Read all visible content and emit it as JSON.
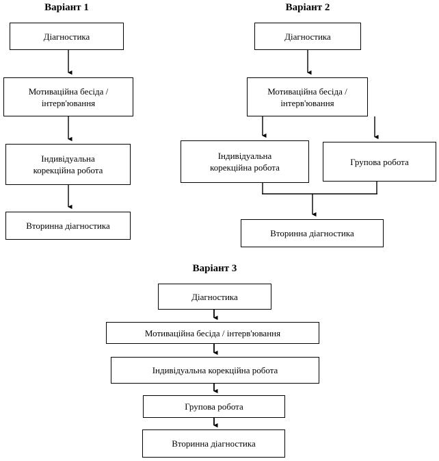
{
  "diagram": {
    "kind": "flowchart",
    "background_color": "#ffffff",
    "line_color": "#000000",
    "text_color": "#000000",
    "variants": [
      {
        "id": "variant-1",
        "title": "Варіант 1",
        "nodes": [
          {
            "id": "v1-box-1",
            "label": "Діагностика"
          },
          {
            "id": "v1-box-2",
            "label": "Мотиваційна бесіда /\nінтерв'ювання"
          },
          {
            "id": "v1-box-3",
            "label": "Індивідуальна\nкорекційна робота"
          },
          {
            "id": "v1-box-4",
            "label": "Вторинна діагностика"
          }
        ],
        "edges": [
          {
            "from": "v1-box-1",
            "to": "v1-box-2",
            "type": "arrow-down"
          },
          {
            "from": "v1-box-2",
            "to": "v1-box-3",
            "type": "arrow-down"
          },
          {
            "from": "v1-box-3",
            "to": "v1-box-4",
            "type": "arrow-down"
          }
        ]
      },
      {
        "id": "variant-2",
        "title": "Варіант 2",
        "nodes": [
          {
            "id": "v2-box-1",
            "label": "Діагностика"
          },
          {
            "id": "v2-box-2",
            "label": "Мотиваційна бесіда /\nінтерв'ювання"
          },
          {
            "id": "v2-box-3",
            "label": "Індивідуальна\nкорекційна робота"
          },
          {
            "id": "v2-box-4",
            "label": "Групова робота"
          },
          {
            "id": "v2-box-5",
            "label": "Вторинна діагностика"
          }
        ],
        "edges": [
          {
            "from": "v2-box-1",
            "to": "v2-box-2",
            "type": "arrow-down"
          },
          {
            "from": "v2-box-2",
            "to": "v2-box-3",
            "type": "arrow-down-branch-left"
          },
          {
            "from": "v2-box-2",
            "to": "v2-box-4",
            "type": "arrow-down-branch-right"
          },
          {
            "from": "v2-box-3",
            "to": "v2-box-5",
            "type": "merge-arrow"
          },
          {
            "from": "v2-box-4",
            "to": "v2-box-5",
            "type": "merge-arrow"
          }
        ]
      },
      {
        "id": "variant-3",
        "title": "Варіант 3",
        "nodes": [
          {
            "id": "v3-box-1",
            "label": "Діагностика"
          },
          {
            "id": "v3-box-2",
            "label": "Мотиваційна бесіда / інтерв'ювання"
          },
          {
            "id": "v3-box-3",
            "label": "Індивідуальна корекційна робота"
          },
          {
            "id": "v3-box-4",
            "label": "Групова робота"
          },
          {
            "id": "v3-box-5",
            "label": "Вторинна діагностика"
          }
        ],
        "edges": [
          {
            "from": "v3-box-1",
            "to": "v3-box-2",
            "type": "arrow-down"
          },
          {
            "from": "v3-box-2",
            "to": "v3-box-3",
            "type": "arrow-down"
          },
          {
            "from": "v3-box-3",
            "to": "v3-box-4",
            "type": "arrow-down"
          },
          {
            "from": "v3-box-4",
            "to": "v3-box-5",
            "type": "arrow-down"
          }
        ]
      }
    ]
  }
}
